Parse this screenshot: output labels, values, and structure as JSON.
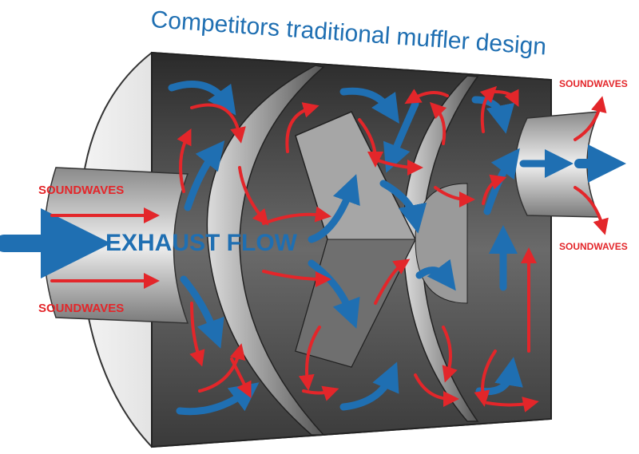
{
  "title": "Competitors traditional muffler design",
  "labels": {
    "soundwaves_in_top": "SOUNDWAVES",
    "soundwaves_in_bottom": "SOUNDWAVES",
    "soundwaves_out_top": "SOUNDWAVES",
    "soundwaves_out_bottom": "SOUNDWAVES",
    "exhaust_flow": "EXHAUST FLOW"
  },
  "colors": {
    "exhaust_arrow": "#1f6fb2",
    "soundwave_arrow": "#e3262a",
    "title_text": "#1f6fb2",
    "body_shell": "#b9b9b9",
    "chamber_dark": "#3a3a3a"
  }
}
